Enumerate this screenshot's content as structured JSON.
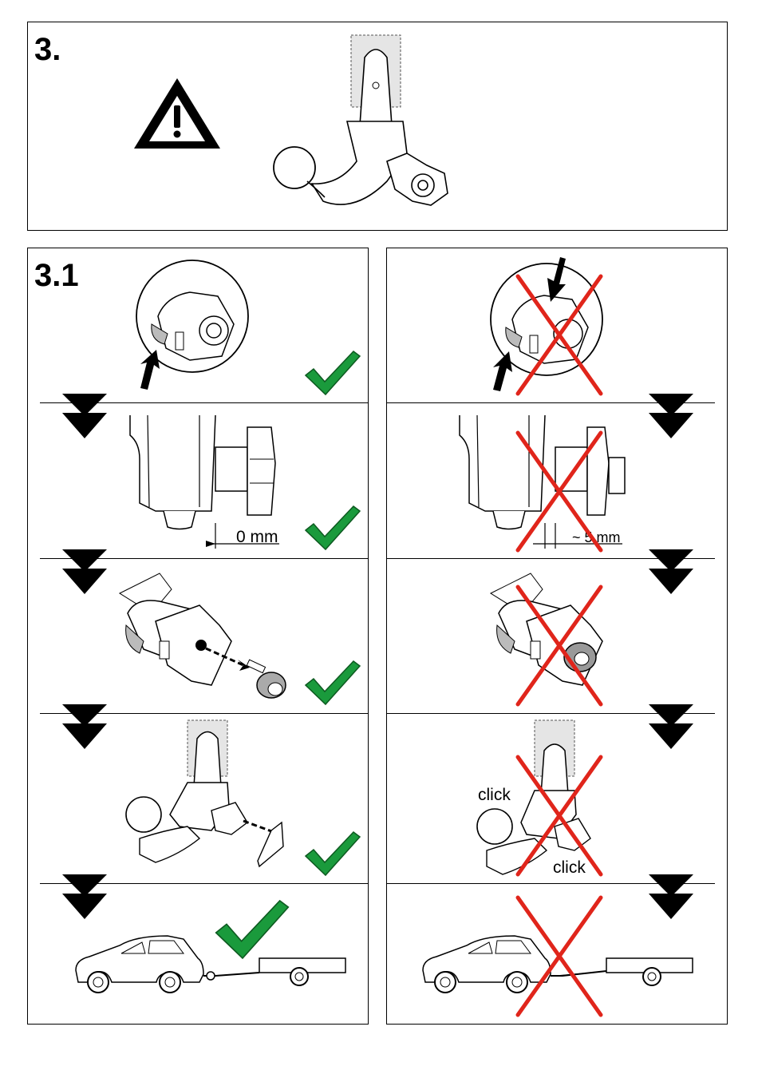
{
  "section_main": {
    "number": "3."
  },
  "section_sub": {
    "number": "3.1"
  },
  "labels": {
    "zero_mm": "0 mm",
    "five_mm": "~ 5 mm",
    "click_top": "click",
    "click_bottom": "click"
  },
  "colors": {
    "check": "#1a9a3c",
    "cross": "#e0251b",
    "ink": "#000000",
    "shade": "#d9d9d9"
  },
  "icons": [
    "warning-triangle-icon",
    "step-arrow-icon",
    "checkmark-icon",
    "cross-icon"
  ]
}
